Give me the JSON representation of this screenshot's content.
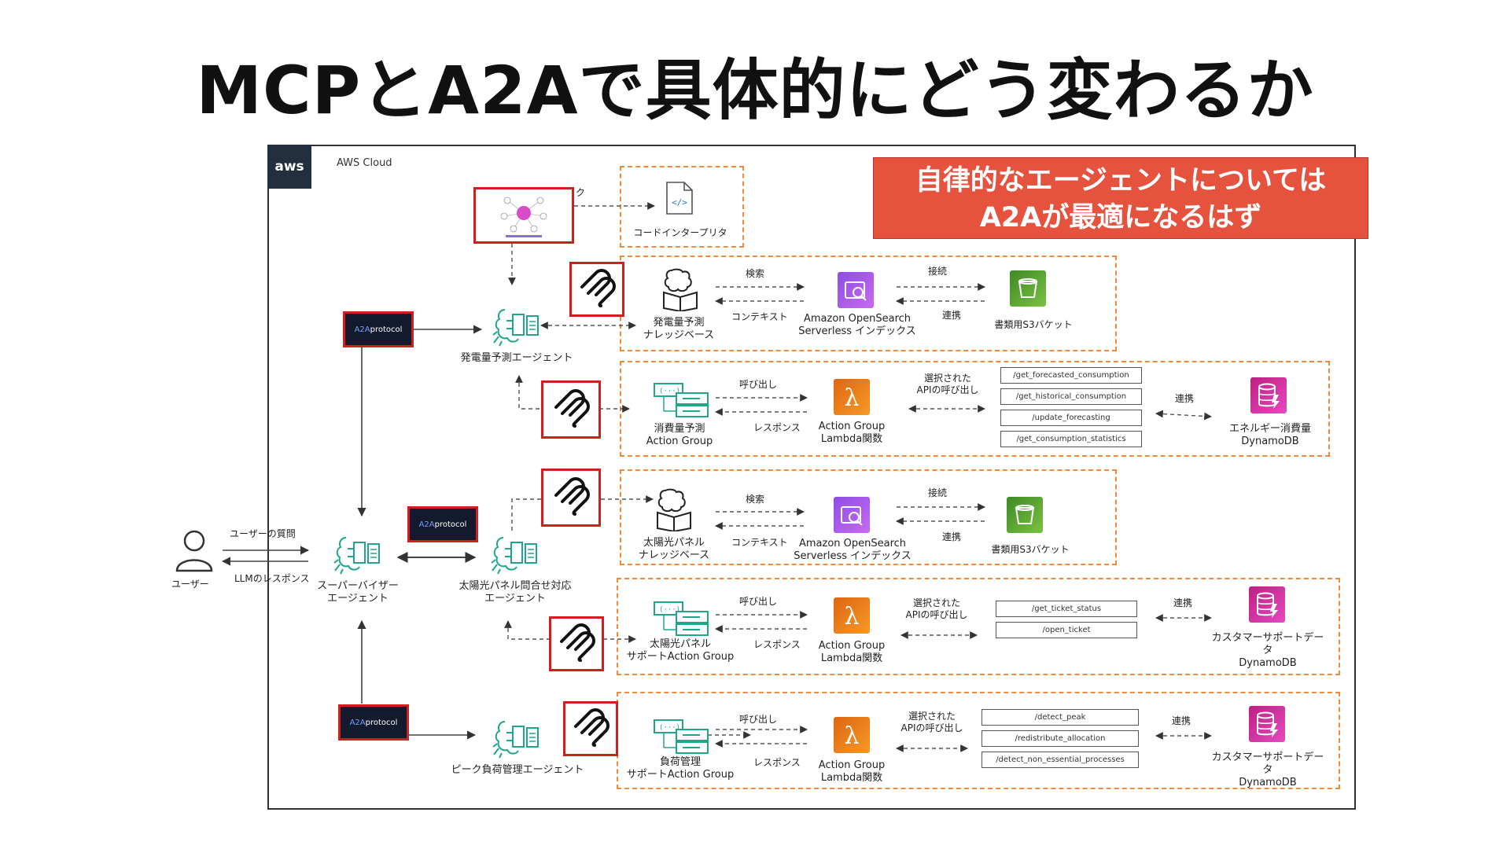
{
  "title": "MCPとA2Aで具体的にどう変わるか",
  "aws": {
    "logo": "aws",
    "cloud_label": "AWS Cloud"
  },
  "callout": {
    "line1": "自律的なエージェントについては",
    "line2": "A2Aが最適になるはず"
  },
  "top": {
    "edge_label": "ク",
    "code_interpreter": "コードインタープリタ",
    "agent_network_image": "network-graph-icon"
  },
  "a2a_badge": {
    "prefix": "A2A",
    "suffix": " protocol"
  },
  "user": {
    "label": "ユーザー",
    "question": "ユーザーの質問",
    "response": "LLMのレスポンス"
  },
  "agents": {
    "supervisor": "スーパーバイザー\nエージェント",
    "forecast": "発電量予測エージェント",
    "solar": "太陽光パネル問合せ対応\nエージェント",
    "peak": "ピーク負荷管理エージェント"
  },
  "rows": {
    "kb1": {
      "kb": "発電量予測\nナレッジベース",
      "search": "検索",
      "context": "コンテキスト",
      "opensearch": "Amazon OpenSearch\nServerless インデックス",
      "connect": "接続",
      "link": "連携",
      "s3": "書類用S3バケット"
    },
    "ag1": {
      "group": "消費量予測\nAction Group",
      "call": "呼び出し",
      "resp": "レスポンス",
      "lambda": "Action Group\nLambda関数",
      "selected": "選択された\nAPIの呼び出し",
      "apis": [
        "/get_forecasted_consumption",
        "/get_historical_consumption",
        "/update_forecasting",
        "/get_consumption_statistics"
      ],
      "link": "連携",
      "db": "エネルギー消費量\nDynamoDB"
    },
    "kb2": {
      "kb": "太陽光パネル\nナレッジベース",
      "search": "検索",
      "context": "コンテキスト",
      "opensearch": "Amazon OpenSearch\nServerless インデックス",
      "connect": "接続",
      "link": "連携",
      "s3": "書類用S3バケット"
    },
    "ag2": {
      "group": "太陽光パネル\nサポートAction Group",
      "call": "呼び出し",
      "resp": "レスポンス",
      "lambda": "Action Group\nLambda関数",
      "selected": "選択された\nAPIの呼び出し",
      "apis": [
        "/get_ticket_status",
        "/open_ticket"
      ],
      "link": "連携",
      "db": "カスタマーサポートデータ\nDynamoDB"
    },
    "ag3": {
      "group": "負荷管理\nサポートAction Group",
      "call": "呼び出し",
      "resp": "レスポンス",
      "lambda": "Action Group\nLambda関数",
      "selected": "選択された\nAPIの呼び出し",
      "apis": [
        "/detect_peak",
        "/redistribute_allocation",
        "/detect_non_essential_processes"
      ],
      "link": "連携",
      "db": "カスタマーサポートデータ\nDynamoDB"
    }
  },
  "colors": {
    "accent_red": "#e5533f",
    "badge_border": "#d01f1f",
    "dashed_orange": "#f08a3c",
    "agent_teal": "#1fa68f",
    "aws_navy": "#232f3e"
  }
}
